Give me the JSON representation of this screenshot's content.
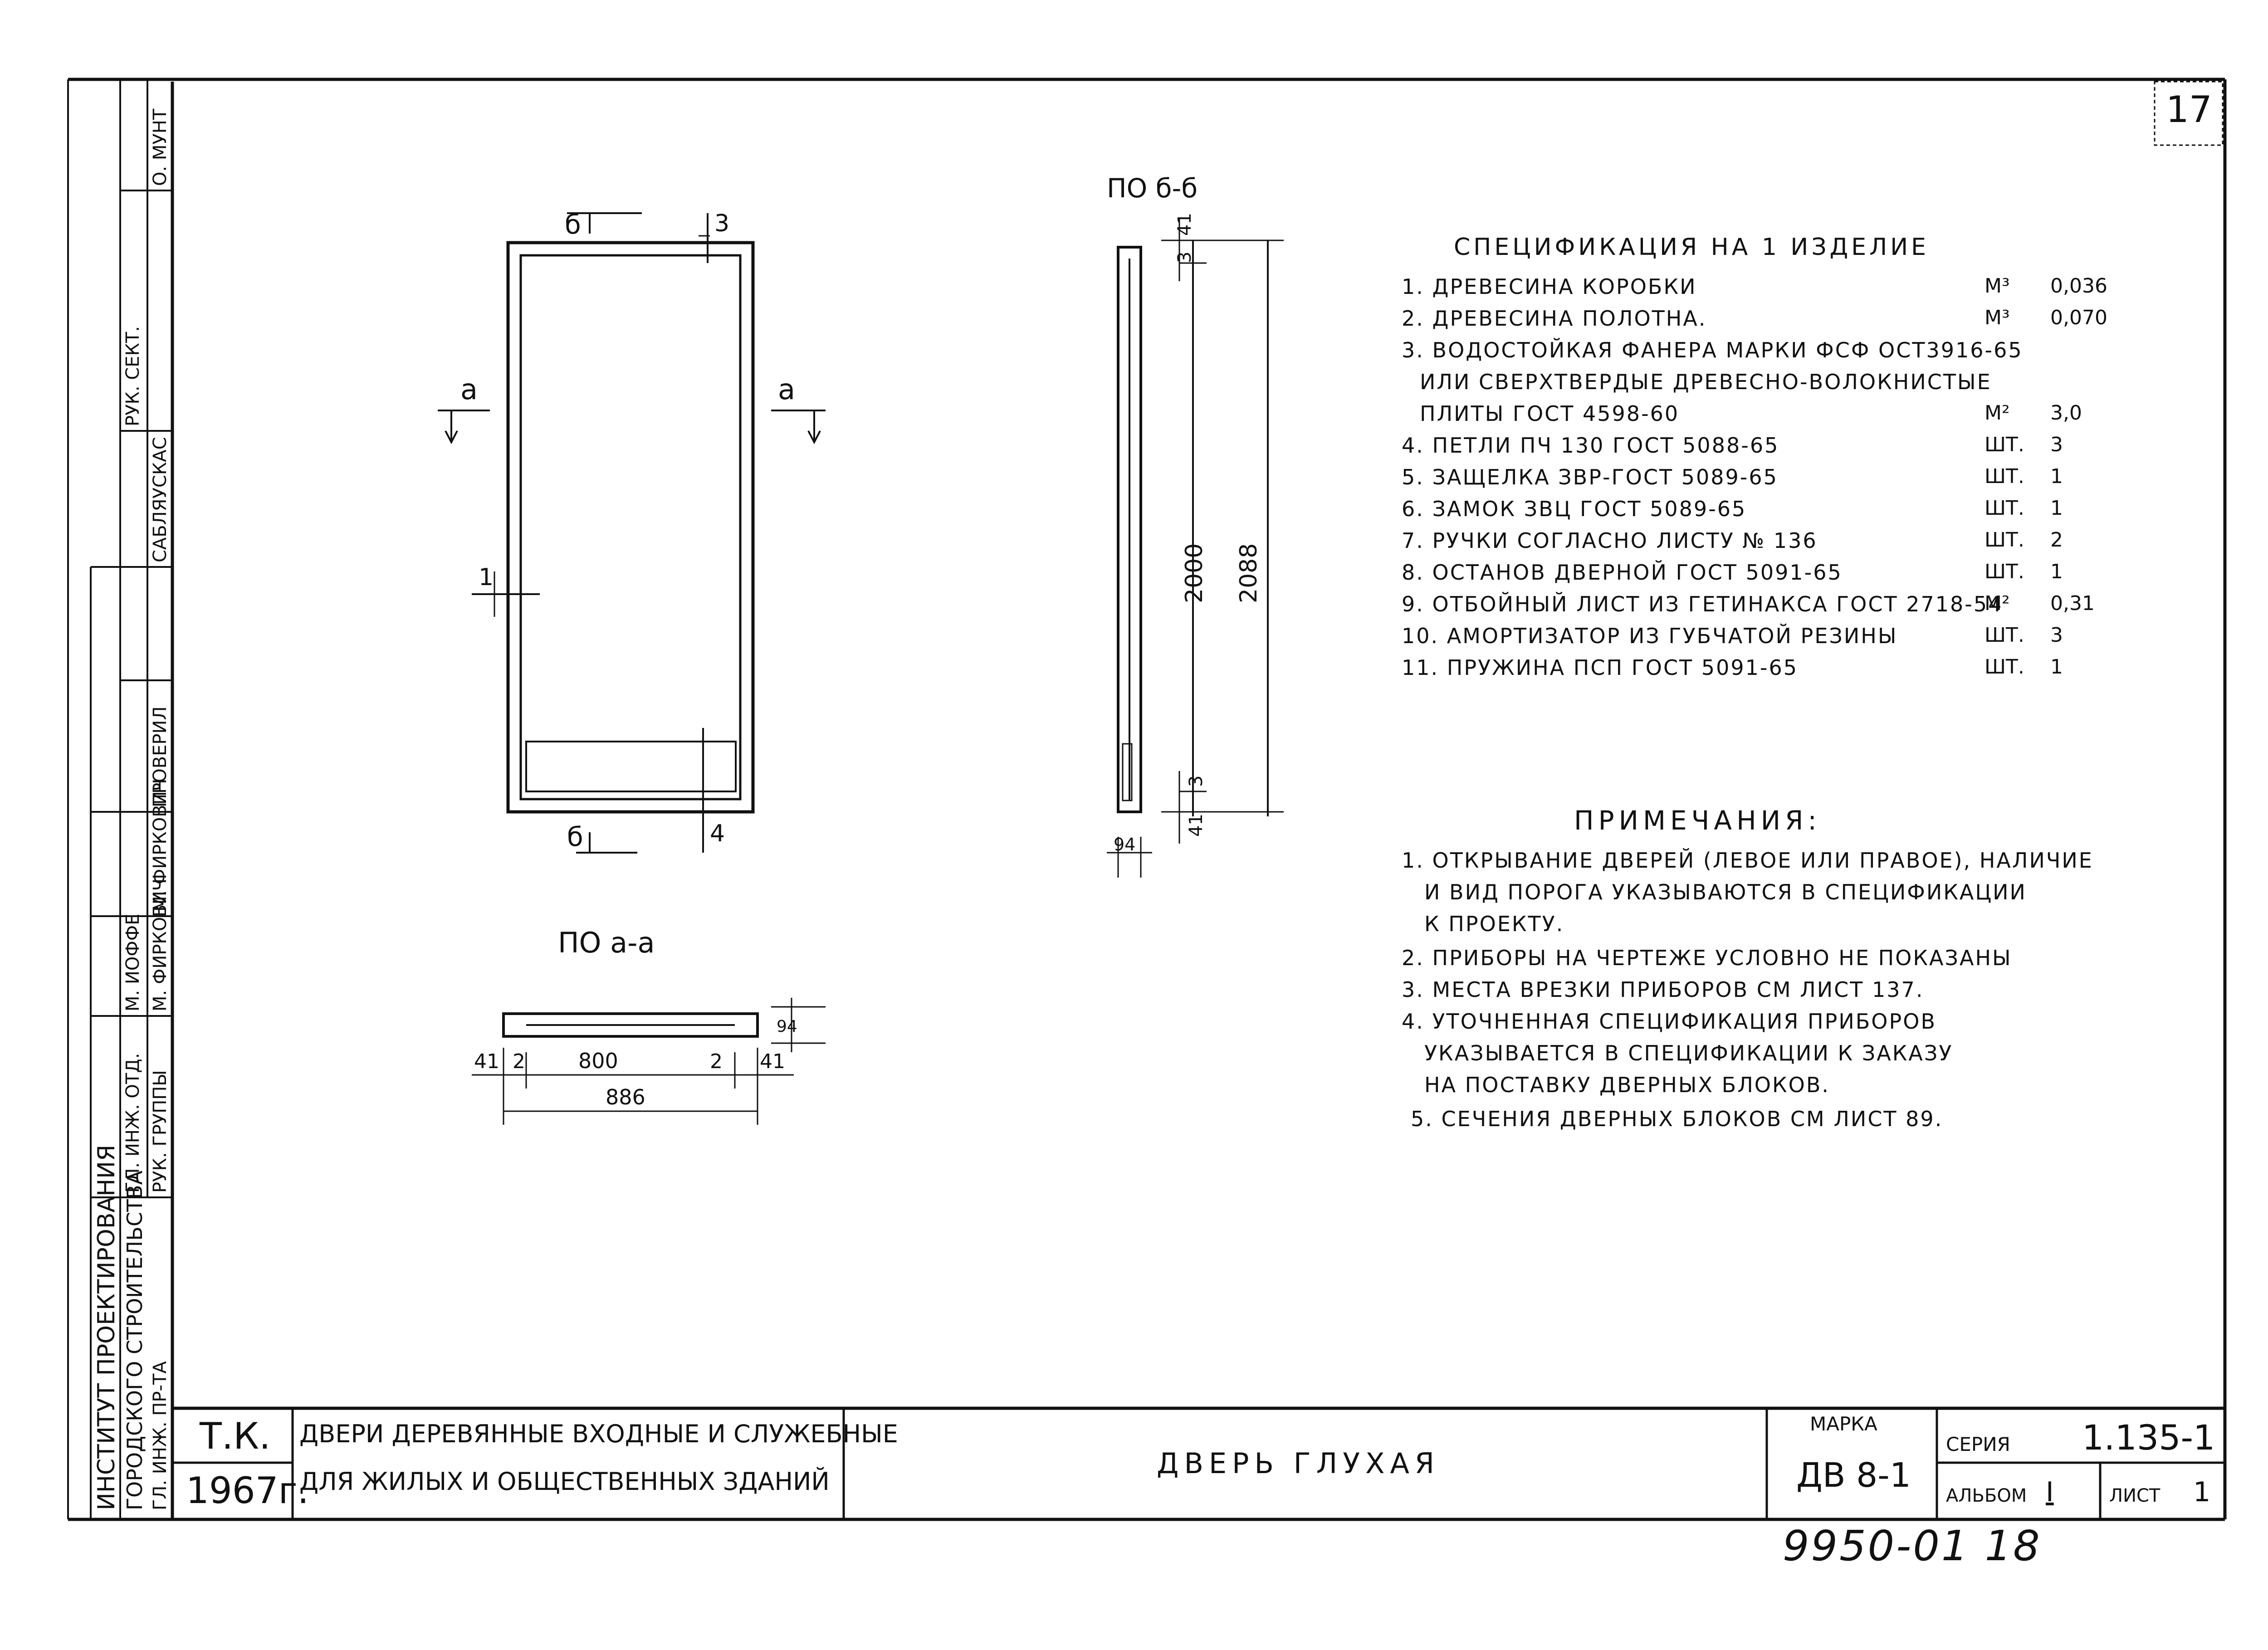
{
  "sheet_corner_number": "17",
  "views": {
    "section_bb_label": "ПО б-б",
    "section_aa_label": "ПО а-а",
    "cut_a_left": "а",
    "cut_a_right": "а",
    "cut_b_top": "б",
    "cut_b_bottom": "б",
    "pos_1": "1",
    "pos_3": "3",
    "pos_4": "4"
  },
  "dimensions": {
    "d41_top": "41",
    "d3_top": "3",
    "d2000": "2000",
    "d2088": "2088",
    "d3_bottom": "3",
    "d41_bottom": "41",
    "d94_side": "94",
    "d41_left": "41",
    "d2_left": "2",
    "d800": "800",
    "d2_right": "2",
    "d41_right": "41",
    "d886": "886",
    "d94_plan": "94"
  },
  "specification": {
    "title": "СПЕЦИФИКАЦИЯ НА 1 ИЗДЕЛИЕ",
    "items": [
      {
        "text": "1. ДРЕВЕСИНА КОРОБКИ",
        "unit": "М³",
        "qty": "0,036"
      },
      {
        "text": "2. ДРЕВЕСИНА ПОЛОТНА.",
        "unit": "М³",
        "qty": "0,070"
      },
      {
        "text": "3. ВОДОСТОЙКАЯ ФАНЕРА МАРКИ ФСФ ОСТ3916-65",
        "unit": "",
        "qty": ""
      },
      {
        "text": "ИЛИ СВЕРХТВЕРДЫЕ ДРЕВЕСНО-ВОЛОКНИСТЫЕ",
        "unit": "",
        "qty": ""
      },
      {
        "text": "ПЛИТЫ ГОСТ 4598-60",
        "unit": "М²",
        "qty": "3,0"
      },
      {
        "text": "4. ПЕТЛИ ПЧ 130 ГОСТ 5088-65",
        "unit": "ШТ.",
        "qty": "3"
      },
      {
        "text": "5. ЗАЩЕЛКА ЗВР-ГОСТ 5089-65",
        "unit": "ШТ.",
        "qty": "1"
      },
      {
        "text": "6. ЗАМОК ЗВЦ ГОСТ 5089-65",
        "unit": "ШТ.",
        "qty": "1"
      },
      {
        "text": "7. РУЧКИ СОГЛАСНО ЛИСТУ № 136",
        "unit": "ШТ.",
        "qty": "2"
      },
      {
        "text": "8. ОСТАНОВ ДВЕРНОЙ ГОСТ 5091-65",
        "unit": "ШТ.",
        "qty": "1"
      },
      {
        "text": "9. ОТБОЙНЫЙ ЛИСТ ИЗ ГЕТИНАКСА ГОСТ 2718-54",
        "unit": "М²",
        "qty": "0,31"
      },
      {
        "text": "10. АМОРТИЗАТОР ИЗ ГУБЧАТОЙ РЕЗИНЫ",
        "unit": "ШТ.",
        "qty": "3"
      },
      {
        "text": "11. ПРУЖИНА ПСП ГОСТ 5091-65",
        "unit": "ШТ.",
        "qty": "1"
      }
    ]
  },
  "notes": {
    "title": "ПРИМЕЧАНИЯ:",
    "lines": [
      "1. ОТКРЫВАНИЕ ДВЕРЕЙ (ЛЕВОЕ ИЛИ ПРАВОЕ), НАЛИЧИЕ",
      "И ВИД ПОРОГА УКАЗЫВАЮТСЯ В СПЕЦИФИКАЦИИ",
      "К ПРОЕКТУ.",
      "2. ПРИБОРЫ НА ЧЕРТЕЖЕ УСЛОВНО НЕ ПОКАЗАНЫ",
      "3. МЕСТА ВРЕЗКИ ПРИБОРОВ СМ ЛИСТ 137.",
      "4. УТОЧНЕННАЯ СПЕЦИФИКАЦИЯ ПРИБОРОВ",
      "УКАЗЫВАЕТСЯ В СПЕЦИФИКАЦИИ К ЗАКАЗУ",
      "НА ПОСТАВКУ ДВЕРНЫХ БЛОКОВ.",
      "5. СЕЧЕНИЯ ДВЕРНЫХ БЛОКОВ СМ ЛИСТ 89."
    ]
  },
  "title_block": {
    "tk": "Т.К.",
    "year": "1967г.",
    "subject_line1": "ДВЕРИ ДЕРЕВЯННЫЕ ВХОДНЫЕ И СЛУЖЕБНЫЕ",
    "subject_line2": "ДЛЯ ЖИЛЫХ И ОБЩЕСТВЕННЫХ ЗДАНИЙ",
    "name": "ДВЕРЬ ГЛУХАЯ",
    "marka_label": "МАРКА",
    "marka_value": "ДВ 8-1",
    "seria_label": "СЕРИЯ",
    "seria_value": "1.135-1",
    "album_label": "АЛЬБОМ",
    "album_value": "I",
    "list_label": "ЛИСТ",
    "list_value": "1",
    "bottom_number": "9950-01 18"
  },
  "side_stamp": {
    "org_line1": "ИНСТИТУТ ПРОЕКТИРОВАНИЯ",
    "org_line2": "ГОРОДСКОГО СТРОИТЕЛЬСТВА",
    "roles": [
      {
        "role": "ГЛ. ИНЖ. ОТД.",
        "name": "М. ИОФФЕ"
      },
      {
        "role": "РУК. ГРУППЫ",
        "name": "М. ФИРКОВИЧ"
      },
      {
        "role": "ГЛ. ИНЖ. ПР-ТА",
        "name": "М. ФИРКОВИЧ"
      },
      {
        "role": "ПРОВЕРИЛ",
        "name": "САБЛЯУСКАС"
      },
      {
        "role": "РУК. СЕКТ.",
        "name": "О. МУНТ"
      }
    ]
  }
}
